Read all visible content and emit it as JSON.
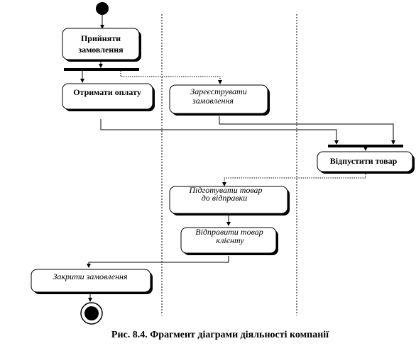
{
  "diagram": {
    "activities": {
      "accept_order_line1": "Прийняти",
      "accept_order_line2": "замовлення",
      "receive_payment": "Отримати оплату",
      "register_order_line1": "Зареєструвати",
      "register_order_line2": "замовлення",
      "release_goods": "Відпустити товар",
      "prepare_goods_line1": "Підготувати товар",
      "prepare_goods_line2": "до відправки",
      "ship_goods_line1": "Відправити товар",
      "ship_goods_line2": "клієнту",
      "close_order": "Закрити замовлення"
    },
    "caption": "Рис. 8.4.  Фрагмент діаграми діяльності компанії"
  }
}
